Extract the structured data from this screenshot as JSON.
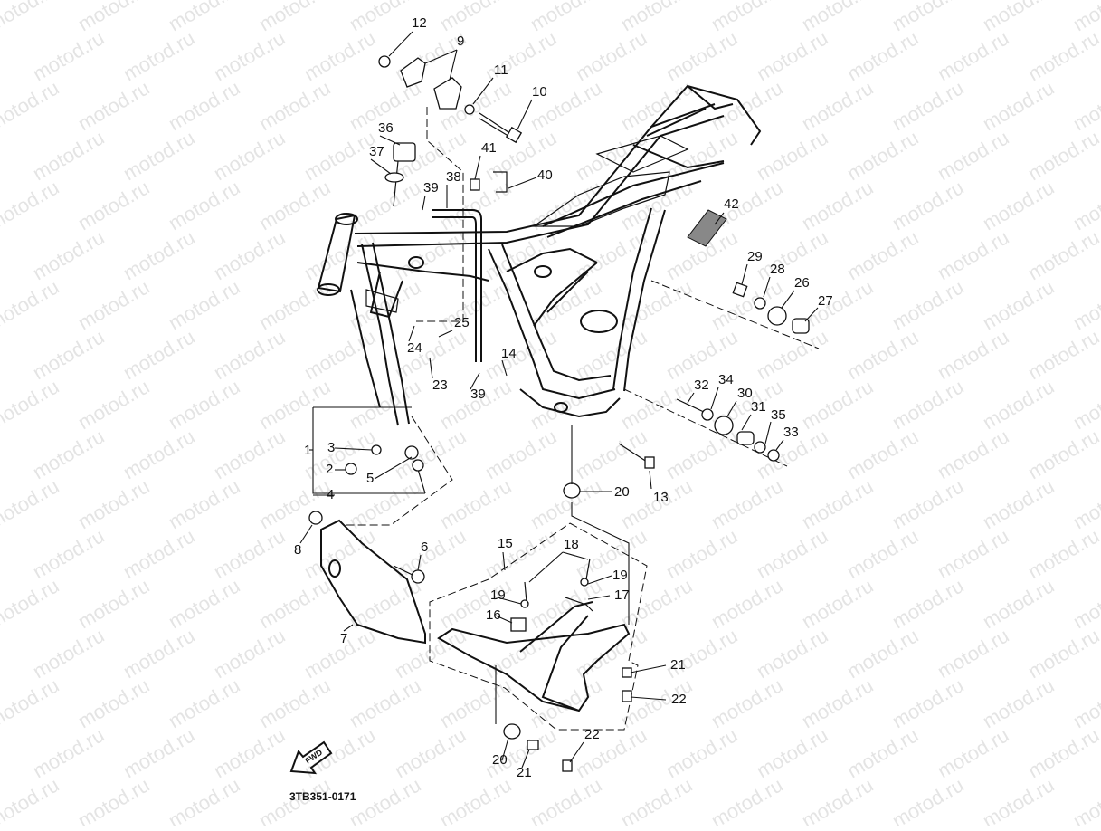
{
  "diagram": {
    "watermark": "motod.ru",
    "code": "3TB351-0171",
    "fwd_label": "FWD",
    "labels": [
      "12",
      "9",
      "11",
      "10",
      "36",
      "37",
      "41",
      "40",
      "38",
      "39",
      "42",
      "29",
      "28",
      "26",
      "27",
      "24",
      "25",
      "23",
      "39",
      "14",
      "32",
      "34",
      "30",
      "31",
      "35",
      "33",
      "1",
      "3",
      "2",
      "5",
      "4",
      "20",
      "13",
      "8",
      "6",
      "15",
      "18",
      "19",
      "19",
      "17",
      "16",
      "7",
      "21",
      "22",
      "20",
      "21",
      "22"
    ]
  },
  "colors": {
    "ink": "#111111",
    "background": "#ffffff",
    "watermark": "#cfcfcf"
  }
}
